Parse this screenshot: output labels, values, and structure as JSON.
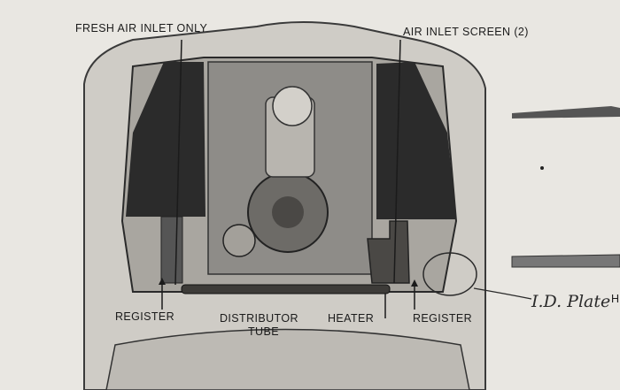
{
  "labels": {
    "fresh_air_inlet": "FRESH AIR INLET ONLY",
    "air_inlet_screen": "AIR INLET SCREEN (2)",
    "register_left": "REGISTER",
    "distributor_tube_line1": "DISTRIBUTOR",
    "distributor_tube_line2": "TUBE",
    "heater": "HEATER",
    "register_right": "REGISTER",
    "id_plate_handwritten": "I.D. Plate",
    "edge_fragment": "H"
  },
  "colors": {
    "paper": "#e9e7e2",
    "ink": "#1b1b1b",
    "dark_panel": "#2b2b2b",
    "engine_gray": "#8e8c88"
  }
}
